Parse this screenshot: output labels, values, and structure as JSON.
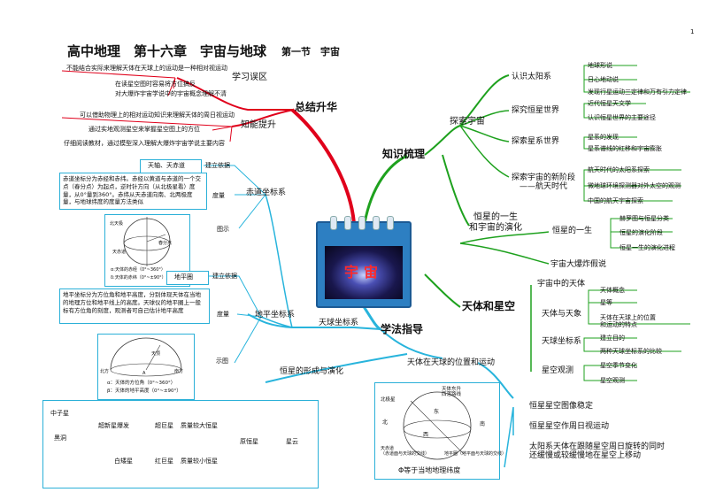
{
  "header": {
    "title": "高中地理　第十六章　宇宙与地球",
    "section": "第一节　宇宙",
    "page_mark": "1"
  },
  "center": {
    "label": "宇宙"
  },
  "summary": {
    "label": "总结升华",
    "study_misconceptions": {
      "label": "学习误区",
      "items": [
        "不能结合实际来理解天体在天球上的运动是一种相对视运动",
        "在读星空图时容易将方位搞反",
        "对大爆炸宇宙学说中的宇宙概念理解不清"
      ]
    },
    "ability": {
      "label": "知能提升",
      "items": [
        "可以借助物理上的相对运动知识来理解天体的周日视运动",
        "通过实地观测星空来掌握星空图上的方位",
        "仔细阅读教材，通过模型深入理解大爆炸宇宙学说主要内容"
      ]
    }
  },
  "knowledge": {
    "label": "知识梳理",
    "explore": {
      "label": "探索宇宙",
      "groups": [
        {
          "label": "认识太阳系",
          "items": [
            "地球形说",
            "日心地动说",
            "发现行星运动三定律和万有引力定律"
          ]
        },
        {
          "label": "探究恒星世界",
          "items": [
            "近代恒星天文学",
            "认识恒星世界的主要途径"
          ]
        },
        {
          "label": "探索星系世界",
          "items": [
            "星系的发现",
            "星系谱线的红移和宇宙膨胀"
          ]
        },
        {
          "label": "探索宇宙的新阶段\n——航天时代",
          "items": [
            "航天时代的太阳系探索",
            "微地球环境探测器对外太空的观测",
            "中国的航天宇宙探索"
          ]
        }
      ]
    },
    "star_life": {
      "label": "恒星的一生\n和宇宙的演化",
      "life": {
        "label": "恒星的一生",
        "items": [
          "赫罗图与恒星分类",
          "恒星的演化阶段",
          "恒星一生的演化进程"
        ]
      },
      "bigbang": "宇宙大爆炸假说"
    },
    "bodies": {
      "label": "天体和星空",
      "groups": [
        {
          "label": "宇宙中的天体",
          "items": []
        },
        {
          "label": "天体与天象",
          "items": [
            "天体概念",
            "星等",
            "天体在天球上的位置\n和运动的特点"
          ]
        },
        {
          "label": "天球坐标系",
          "items": [
            "建立目的",
            "两种天球坐标系的比较"
          ]
        },
        {
          "label": "星空观测",
          "items": [
            "星空季节变化",
            "星空观测"
          ]
        }
      ]
    }
  },
  "method": {
    "label": "学法指导",
    "celestial": {
      "label": "天球坐标系"
    },
    "equatorial": {
      "label": "赤道坐标系",
      "basis_label": "建立依据",
      "basis": "天轴、天赤道",
      "measure_label": "度量",
      "measure_text": "赤道坐标分为赤经和赤纬。赤经以黄道与赤道的一个交点（春分点）为起点，逆时针方向（从北极星看）度量，从0°量到360°。赤纬从天赤道向南、北两极度量，与地球纬度的度量方法类似",
      "diagram_label": "图示",
      "legend": [
        "α:天体的赤经（0°~360°）",
        "δ:天体的赤纬（0°~±90°）"
      ],
      "diagram_tags": [
        "北天极",
        "春分点",
        "天赤道"
      ]
    },
    "horizontal": {
      "label": "地平坐标系",
      "basis_label": "建立依据",
      "basis": "地平圈",
      "measure_label": "度量",
      "measure_text": "地平坐标分为方位角和地平高度，分别体现天体在当地的地理方位和地平线上的高度。天球仪的地平圈上一般标有方位角的刻度，观测者可自己估计地平高度",
      "diagram_label": "示图",
      "legend": [
        "α：天体的方位角（0°~360°）",
        "β：天体的地平高度（0°~±90°）"
      ],
      "diagram_tags": [
        "天顶",
        "北方",
        "南方",
        "A"
      ]
    },
    "evolution": {
      "label": "恒星的形成与演化",
      "nodes": [
        "中子星",
        "超新星爆发",
        "超巨星",
        "质量较大恒星",
        "黑洞",
        "原恒星",
        "星云",
        "白矮星",
        "红巨星",
        "质量较小恒星"
      ]
    },
    "position": {
      "label": "天体在天球的位置和运动",
      "items": [
        "恒星星空图像稳定",
        "恒星星空作周日视运动",
        "太阳系天体在跟随星空周日旋转的同时\n还缓慢或较缓慢地在星空上移动"
      ],
      "diagram_tags": [
        "天体东升\n西落路线",
        "北极星",
        "东",
        "北",
        "南",
        "西",
        "天赤道\n（赤道面与天球的交线）",
        "地平圈（地平面与天球的交线）"
      ],
      "caption": "Φ等于当地地理纬度"
    }
  }
}
